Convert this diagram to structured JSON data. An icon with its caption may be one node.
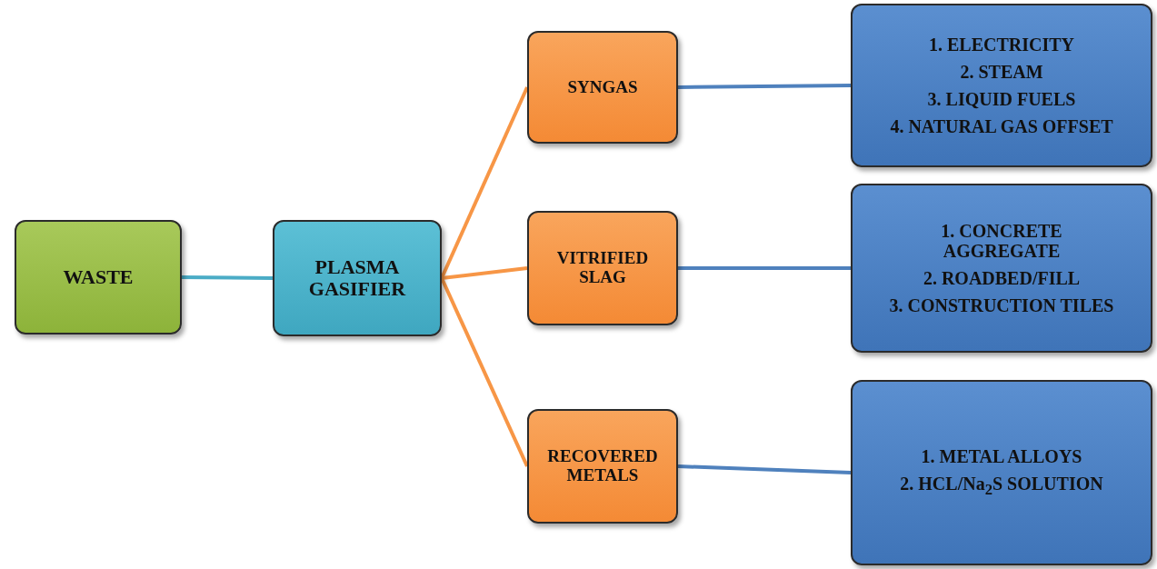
{
  "diagram": {
    "nodes": [
      {
        "text": [
          "WASTE"
        ]
      },
      {
        "text": [
          "PLASMA GASIFIER"
        ]
      },
      {
        "text": [
          "SYNGAS"
        ]
      },
      {
        "text": [
          "VITRIFIED SLAG"
        ]
      },
      {
        "text": [
          "RECOVERED METALS"
        ]
      },
      {
        "text": [
          "1. ELECTRICITY",
          "2. STEAM",
          "3. LIQUID FUELS",
          "4. NATURAL GAS OFFSET"
        ]
      },
      {
        "text": [
          "1. CONCRETE AGGREGATE",
          "2. ROADBED/FILL",
          "3. CONSTRUCTION TILES"
        ]
      },
      {
        "text": [
          "1. METAL ALLOYS",
          "2. HCL/Na$_{2}$S SOLUTION"
        ]
      }
    ],
    "edges": [
      {
        "from": 0,
        "to": 1,
        "arrow": "none",
        "color": "#4bacc6"
      },
      {
        "from": 1,
        "to": 2,
        "arrow": "none",
        "color": "#f79646"
      },
      {
        "from": 1,
        "to": 3,
        "arrow": "none",
        "color": "#f79646"
      },
      {
        "from": 1,
        "to": 4,
        "arrow": "none",
        "color": "#f79646"
      },
      {
        "from": 2,
        "to": 5,
        "arrow": "none",
        "color": "#4f81bd"
      },
      {
        "from": 3,
        "to": 6,
        "arrow": "none",
        "color": "#4f81bd"
      },
      {
        "from": 4,
        "to": 7,
        "arrow": "none",
        "color": "#4f81bd"
      }
    ]
  }
}
